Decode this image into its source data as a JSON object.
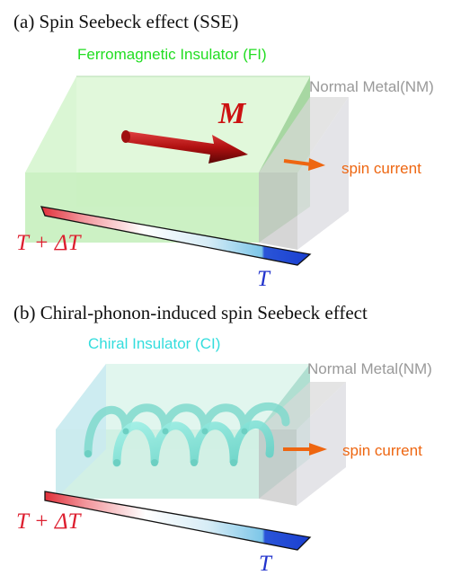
{
  "panel_a": {
    "caption": "(a)  Spin Seebeck effect (SSE)",
    "fi_label": "Ferromagnetic Insulator (FI)",
    "nm_label": "Normal Metal(NM)",
    "magnetization_label": "M",
    "spin_current_label": "spin current",
    "hot_label": "T + ΔT",
    "cold_label": "T"
  },
  "panel_b": {
    "caption": "(b) Chiral-phonon-induced spin Seebeck effect",
    "ci_label": "Chiral Insulator (CI)",
    "nm_label": "Normal Metal(NM)",
    "spin_current_label": "spin current",
    "hot_label": "T + ΔT",
    "cold_label": "T"
  },
  "colors": {
    "fi_green": "#22dd22",
    "ci_cyan": "#33dddd",
    "nm_gray": "#999999",
    "spin_orange": "#ee6611",
    "hot_red": "#dd1f2f",
    "cold_blue": "#2233cc",
    "magnet_red": "#cc1111"
  }
}
